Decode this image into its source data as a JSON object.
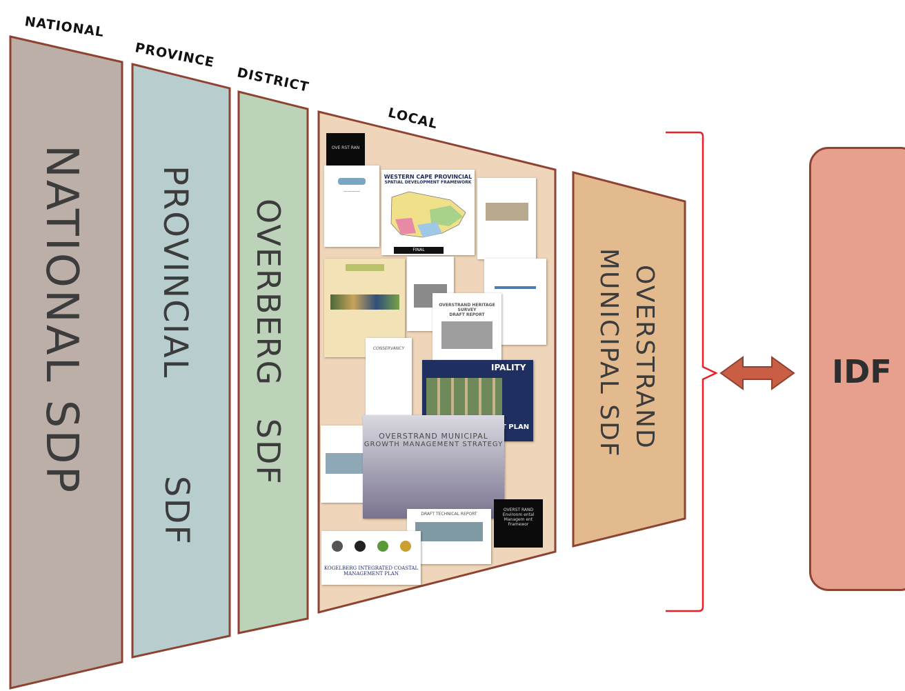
{
  "headers": {
    "national": "NATIONAL",
    "province": "PROVINCE",
    "district": "DISTRICT",
    "local": "LOCAL"
  },
  "panels": {
    "national": "NATIONAL SDP",
    "provincial_line1": "PROVINCIAL",
    "provincial_line2": "SDF",
    "overberg": "OVERBERG SDF",
    "overstrand_line1": "OVERSTRAND",
    "overstrand_line2": "MUNICIPAL SDF"
  },
  "documents": {
    "wc_title_line1": "WESTERN CAPE PROVINCIAL",
    "wc_title_line2": "SPATIAL DEVELOPMENT FRAMEWORK",
    "wc_final": "FINAL",
    "heritage_title_line1": "OVERSTRAND HERITAGE SURVEY",
    "heritage_title_line2": "DRAFT REPORT",
    "municipality_fragment": "IPALITY",
    "plan_fragment": "T PLAN",
    "growth_line1": "OVERSTRAND MUNICIPAL",
    "growth_line2": "GROWTH MANAGEMENT STRATEGY",
    "technical_report": "DRAFT TECHNICAL REPORT",
    "kogelberg_line1": "KOGELBERG INTEGRATED COASTAL",
    "kogelberg_line2": "MANAGEMENT PLAN",
    "conservancy": "CONSERVANCY",
    "black_doc_top": "OVE RST RAN",
    "black_doc_bottom": "OVERST RAND Environm ental Managem ent Framewor"
  },
  "idf": {
    "label": "IDF"
  },
  "colors": {
    "national_fill": "#bcafa8",
    "provincial_fill": "#b8cece",
    "overberg_fill": "#bcd2b9",
    "local_fill": "#efd5b9",
    "overstrand_fill": "#e2ba8e",
    "panel_border": "#8d4232",
    "idf_fill": "#e6a08d",
    "bracket": "#ee1c24",
    "arrow_fill": "#c95e45"
  }
}
